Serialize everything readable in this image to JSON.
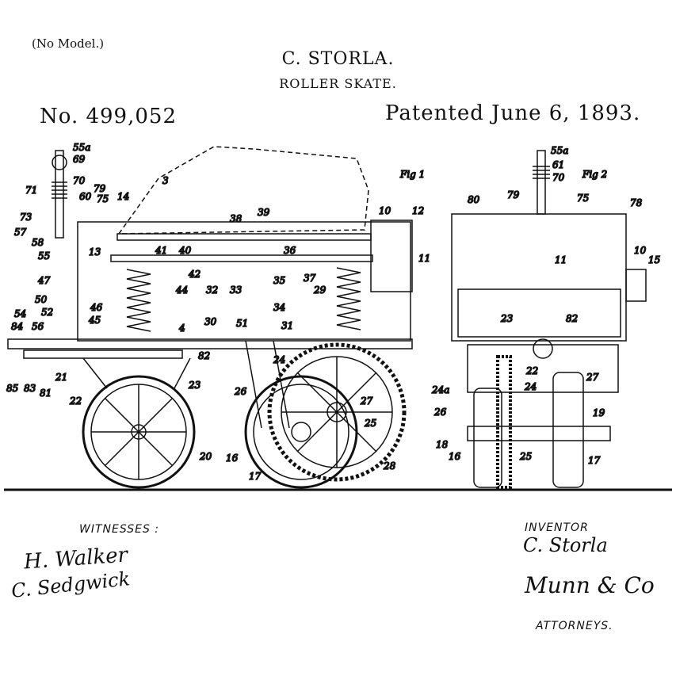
{
  "header": {
    "no_model": "(No Model.)",
    "inventor_name": "C. STORLA.",
    "invention": "ROLLER SKATE.",
    "patent_number": "No. 499,052",
    "patent_date": "Patented June 6, 1893."
  },
  "figures": {
    "fig1_label": "Fig 1",
    "fig2_label": "Fig 2",
    "fig1_refs": [
      "55a",
      "69",
      "70",
      "71",
      "73",
      "79",
      "60",
      "75",
      "14",
      "57",
      "58",
      "55",
      "47",
      "50",
      "52",
      "54",
      "84",
      "56",
      "85",
      "83",
      "81",
      "21",
      "22",
      "13",
      "46",
      "45",
      "41",
      "40",
      "38",
      "39",
      "10",
      "12",
      "11",
      "44",
      "42",
      "32",
      "33",
      "35",
      "36",
      "37",
      "29",
      "34",
      "51",
      "30",
      "31",
      "24",
      "26",
      "27",
      "25",
      "28",
      "17",
      "16",
      "20",
      "23",
      "82",
      "4",
      "3"
    ],
    "fig2_refs": [
      "55a",
      "61",
      "70",
      "80",
      "79",
      "75",
      "78",
      "11",
      "10",
      "15",
      "23",
      "82",
      "22",
      "27",
      "24",
      "24a",
      "26",
      "18",
      "16",
      "25",
      "17",
      "19"
    ]
  },
  "footer": {
    "witnesses_label": "WITNESSES :",
    "witness_1": "H. Walker",
    "witness_2": "C. Sedgwick",
    "inventor_label": "INVENTOR",
    "inventor_signature": "C. Storla",
    "attorneys_signature": "Munn & Co",
    "attorneys_label": "ATTORNEYS."
  }
}
